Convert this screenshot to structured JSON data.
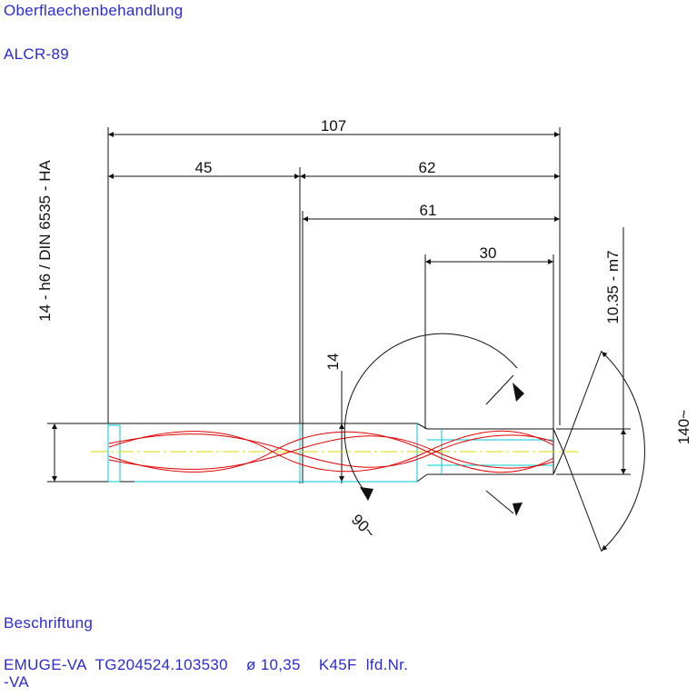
{
  "header": {
    "surface_label": "Oberflaechenbehandlung",
    "coating": "ALCR-89"
  },
  "drawing": {
    "dim_overall": "107",
    "dim_shank": "45",
    "dim_body": "62",
    "dim_flute": "61",
    "dim_tip": "30",
    "dim_shank_dia": "14",
    "shank_tolerance": "14 - h6 / DIN 6535 - HA",
    "tip_tolerance": "10.35 - m7",
    "angle_helix": "90~",
    "angle_point": "140~",
    "colors": {
      "lines": "#111111",
      "flute": "#e00000",
      "hidden": "#00c8d8",
      "centerline": "#d8d800",
      "text_blue": "#2b2bd6"
    }
  },
  "footer": {
    "label": "Beschriftung",
    "marking": "EMUGE-VA  TG204524.103530    ø 10,35    K45F  lfd.Nr.",
    "marking_line2": "-VA"
  }
}
